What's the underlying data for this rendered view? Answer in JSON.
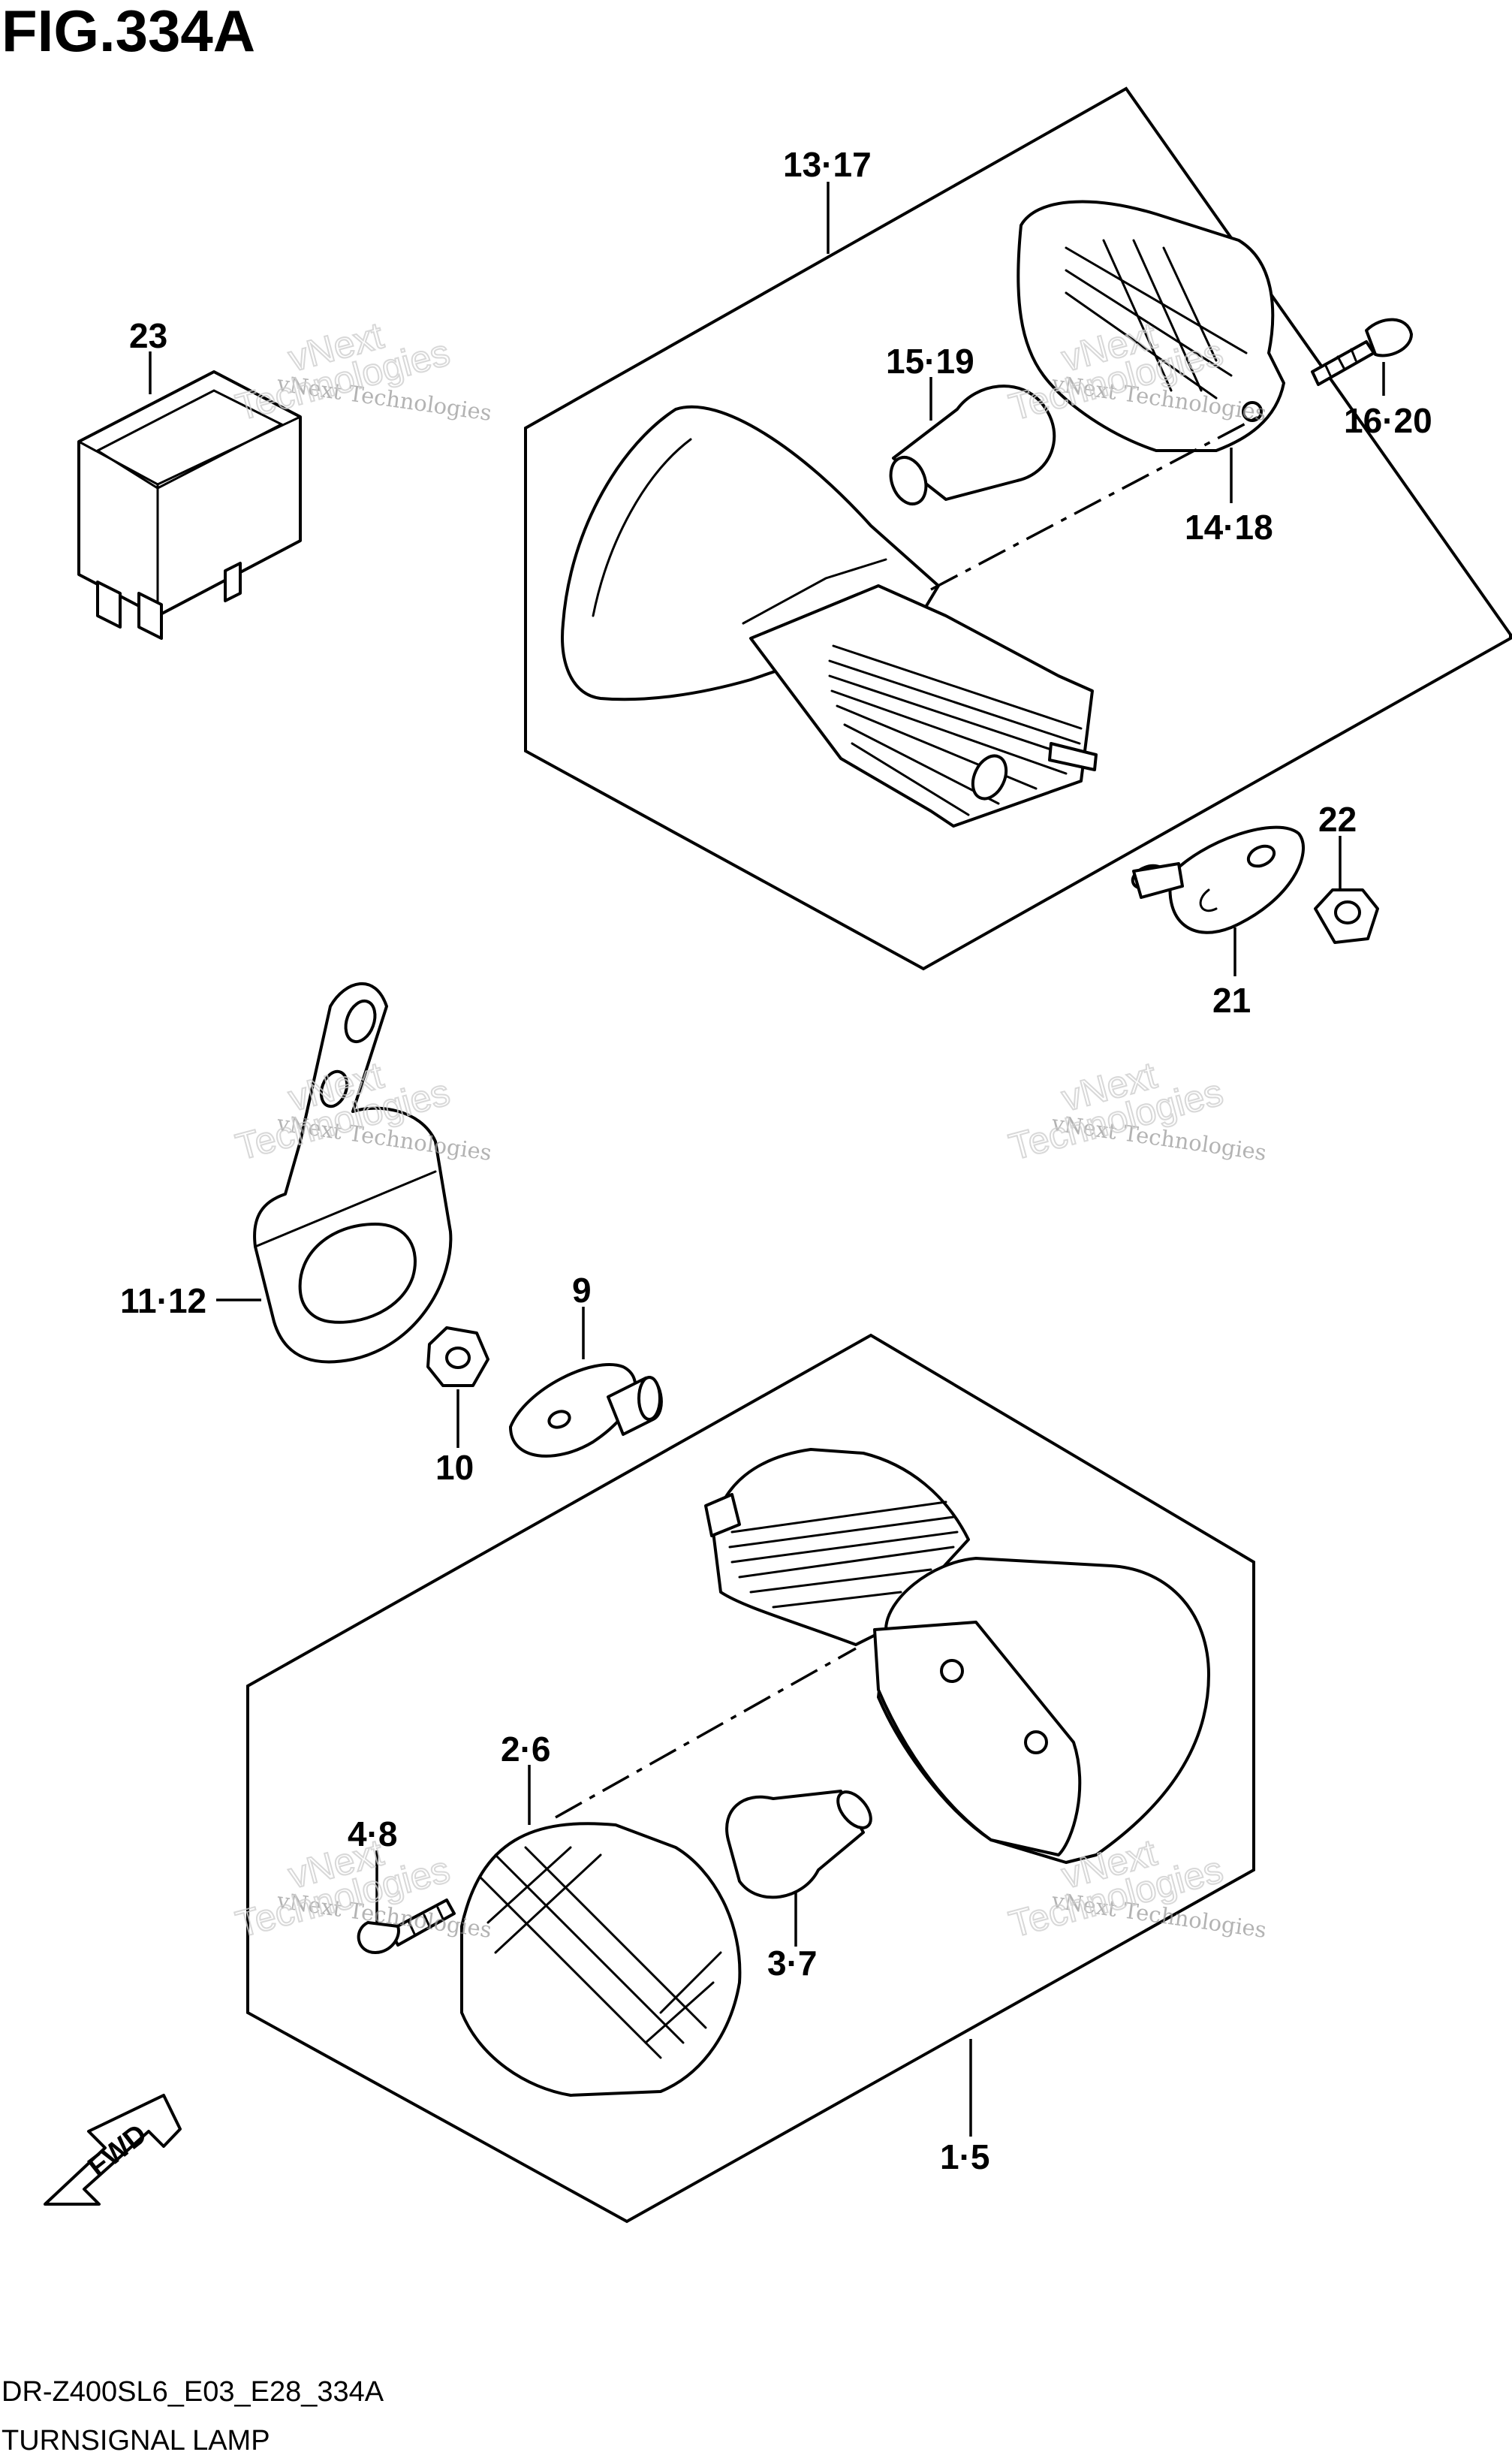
{
  "figure": {
    "title": "FIG.334A",
    "code": "DR-Z400SL6_E03_E28_334A",
    "name": "TURNSIGNAL LAMP"
  },
  "callouts": {
    "c13_17": "13·17",
    "c23": "23",
    "c15_19": "15·19",
    "c16_20": "16·20",
    "c14_18": "14·18",
    "c22": "22",
    "c21": "21",
    "c11_12": "11·12",
    "c9": "9",
    "c10": "10",
    "c2_6": "2·6",
    "c4_8": "4·8",
    "c3_7": "3·7",
    "c1_5": "1·5"
  },
  "fwd_arrow": "FWD",
  "watermark": {
    "line1": "vNext Technologies",
    "big1": "vNext",
    "big2": "Technologies"
  }
}
